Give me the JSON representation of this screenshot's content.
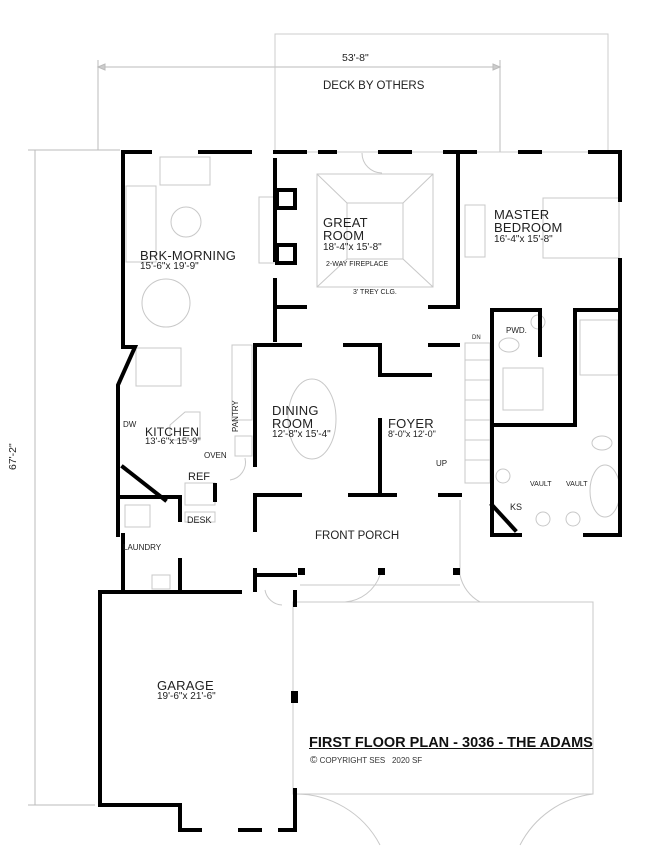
{
  "plan": {
    "title": "FIRST FLOOR PLAN - 3036 - THE ADAMS",
    "copyright_symbol": "©",
    "copyright": "COPYRIGHT SES",
    "area": "2020 SF"
  },
  "dimensions": {
    "width": "53'-8\"",
    "depth": "67'-2\""
  },
  "exterior": {
    "deck": "DECK BY OTHERS",
    "porch": "FRONT PORCH"
  },
  "rooms": {
    "great_room": {
      "name_line1": "GREAT",
      "name_line2": "ROOM",
      "size": "18'-4\"x 15'-8\"",
      "note1": "2-WAY FIREPLACE",
      "note2": "3' TREY CLG."
    },
    "master_bedroom": {
      "name_line1": "MASTER",
      "name_line2": "BEDROOM",
      "size": "16'-4\"x 15'-8\""
    },
    "brk_morning": {
      "name": "BRK-MORNING",
      "size": "15'-6\"x 19'-9\""
    },
    "kitchen": {
      "name": "KITCHEN",
      "size": "13'-6\"x 15'-9\""
    },
    "dining_room": {
      "name_line1": "DINING",
      "name_line2": "ROOM",
      "size": "12'-8\"x 15'-4\""
    },
    "foyer": {
      "name": "FOYER",
      "size": "8'-0\"x 12'-0\""
    },
    "garage": {
      "name": "GARAGE",
      "size": "19'-6\"x 21'-6\""
    }
  },
  "fixtures": {
    "dw": "DW",
    "pantry": "PANTRY",
    "oven": "OVEN",
    "ref": "REF",
    "desk": "DESK",
    "laundry": "LAUNDRY",
    "pwd": "PWD.",
    "dn": "DN",
    "up": "UP",
    "vault1": "VAULT",
    "vault2": "VAULT",
    "ks": "KS"
  }
}
